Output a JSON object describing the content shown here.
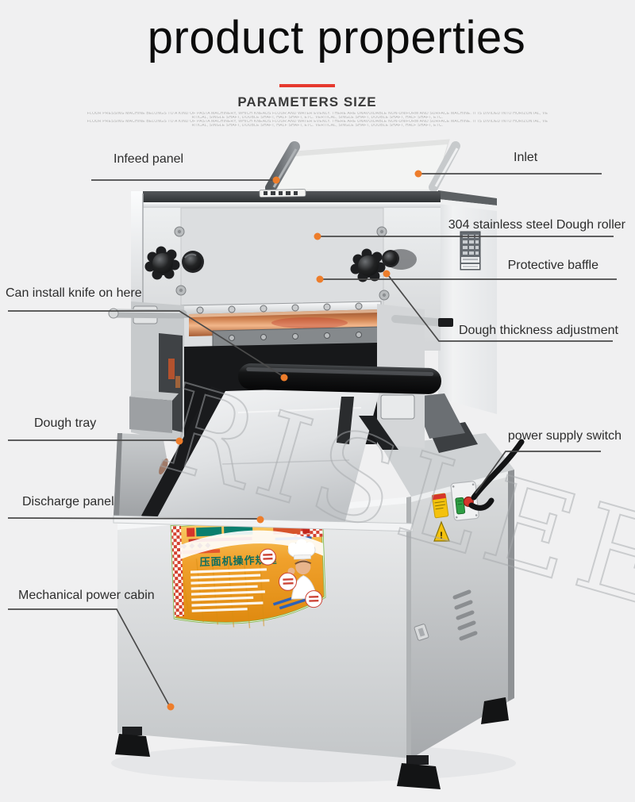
{
  "page": {
    "title": "product properties",
    "section_heading": "PARAMETERS SIZE",
    "description_lines": [
      "FLOUR PRESSING MACHINE BELONGS TO A KIND OF PASTA MACHINERY, WHICH KNEADS FLOUR AND WATER EVENLY. THERE ARE UNAVOIDABLE NON-UNIFORM AND SURFACE MACHINE. IT IS DIVIDED INTO HORIZONTAL, VE",
      "RTICAL, SINGLE SHAFT, DOUBLE SHAFT, HALF SHAFT, ETC. VERTICAL, SINGLE SHAFT, DOUBLE SHAFT, HALF SHAFT, ETC.",
      "FLOUR PRESSING MACHINE BELONGS TO A KIND OF PASTA MACHINERY, WHICH KNEADS FLOUR AND WATER EVENLY. THERE ARE UNAVOIDABLE NON-UNIFORM AND SURFACE MACHINE. IT IS DIVIDED INTO HORIZONTAL, VE",
      "RTICAL, SINGLE SHAFT, DOUBLE SHAFT, HALF SHAFT, ETC. VERTICAL, SINGLE SHAFT, DOUBLE SHAFT, HALF SHAFT, ETC."
    ]
  },
  "annotations": {
    "infeed_panel": "Infeed panel",
    "inlet": "Inlet",
    "dough_roller": "304 stainless steel Dough roller",
    "protective_baffle": "Protective baffle",
    "install_knife": "Can install knife on here",
    "thickness_adjustment": "Dough thickness adjustment",
    "dough_tray": "Dough tray",
    "power_switch": "power supply switch",
    "discharge_panel": "Discharge panel",
    "power_cabin": "Mechanical power cabin"
  },
  "machine": {
    "watermark": "RISLEE",
    "sticker_title": "压面机操作规程",
    "colors": {
      "callout_dot": "#ed7d2b",
      "accent_red": "#e6392e",
      "switch_green": "#2e9e44",
      "switch_red": "#d6352b",
      "sticker_orange": "#f0a12c"
    }
  }
}
